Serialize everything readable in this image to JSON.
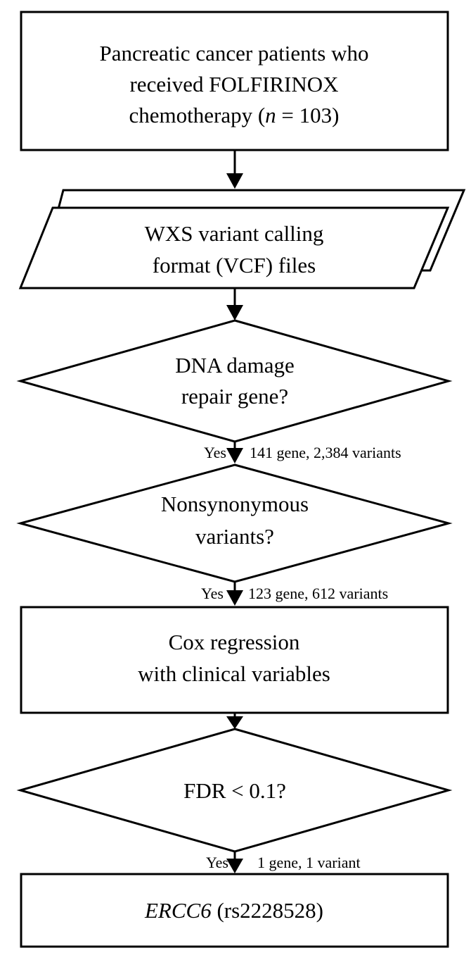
{
  "nodes": {
    "start": {
      "line1": "Pancreatic cancer patients who",
      "line2": "received FOLFIRINOX",
      "line3_prefix": "chemotherapy (",
      "line3_n": "n",
      "line3_suffix": " = 103)"
    },
    "vcf": {
      "line1": "WXS variant calling",
      "line2": "format (VCF) files"
    },
    "ddr": {
      "line1": "DNA damage",
      "line2": "repair gene?"
    },
    "nonsyn": {
      "line1": "Nonsynonymous",
      "line2": "variants?"
    },
    "cox": {
      "line1": "Cox regression",
      "line2": "with clinical variables"
    },
    "fdr": {
      "line1": "FDR < 0.1?"
    },
    "result": {
      "gene": "ERCC6",
      "rs": " (rs2228528)"
    }
  },
  "edges": {
    "ddr_to_nonsyn": {
      "decision": "Yes",
      "count": "141 gene, 2,384 variants"
    },
    "nonsyn_to_cox": {
      "decision": "Yes",
      "count": "123 gene, 612 variants"
    },
    "fdr_to_result": {
      "decision": "Yes",
      "count": "1 gene, 1 variant"
    }
  }
}
